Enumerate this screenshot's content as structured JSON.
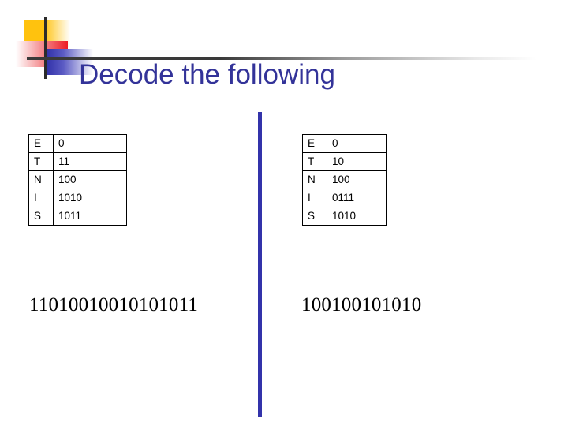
{
  "slide": {
    "title": "Decode the following",
    "title_color": "#333399",
    "divider_color": "#3333AA",
    "background": "#ffffff"
  },
  "logo": {
    "yellow_color": "#FFC20E",
    "red_color": "#ED1C24",
    "blue_color": "#3333AA",
    "line_color": "#2b2b2b"
  },
  "left_panel": {
    "table": {
      "rows": [
        {
          "symbol": "E",
          "code": "0"
        },
        {
          "symbol": "T",
          "code": "11"
        },
        {
          "symbol": "N",
          "code": "100"
        },
        {
          "symbol": "I",
          "code": "1010"
        },
        {
          "symbol": "S",
          "code": "1011"
        }
      ]
    },
    "binary": "11010010010101011"
  },
  "right_panel": {
    "table": {
      "rows": [
        {
          "symbol": "E",
          "code": "0"
        },
        {
          "symbol": "T",
          "code": "10"
        },
        {
          "symbol": "N",
          "code": "100"
        },
        {
          "symbol": "I",
          "code": "0111"
        },
        {
          "symbol": "S",
          "code": "1010"
        }
      ]
    },
    "binary": "100100101010"
  }
}
